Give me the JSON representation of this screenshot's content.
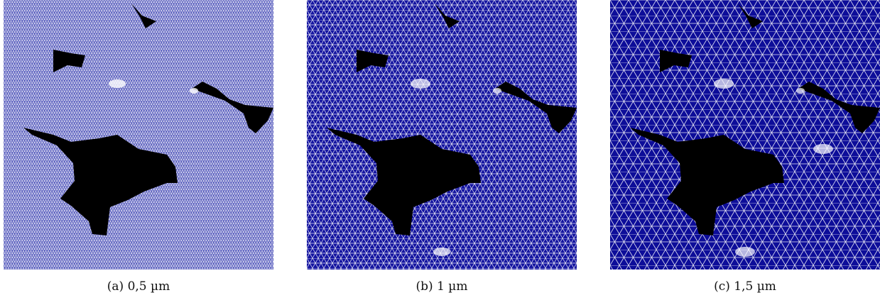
{
  "figure": {
    "panels": [
      {
        "id": "a",
        "caption": "(a) 0,5 µm",
        "mesh_size_um": 0.5,
        "background": "#6b6fc4",
        "line_color": "#ffffff"
      },
      {
        "id": "b",
        "caption": "(b) 1 µm",
        "mesh_size_um": 1.0,
        "background": "#1a1aa6",
        "line_color": "#ffffff"
      },
      {
        "id": "c",
        "caption": "(c) 1,5 µm",
        "mesh_size_um": 1.5,
        "background": "#0f0f99",
        "line_color": "#ffffff"
      }
    ],
    "void_color": "#000000"
  }
}
